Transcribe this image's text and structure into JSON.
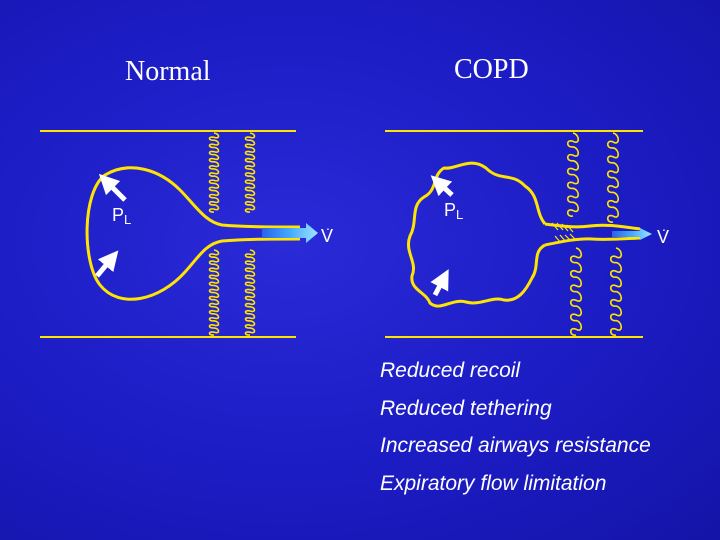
{
  "titles": {
    "normal": "Normal",
    "copd": "COPD"
  },
  "labels": {
    "pressure_symbol": "P",
    "pressure_subscript": "L",
    "flow_symbol": "V",
    "flow_dot": "."
  },
  "colors": {
    "background": "#1c1cc4",
    "outline": "#ffe400",
    "arrow": "#ffffff",
    "flow_arrow": "#66ccff"
  },
  "findings": [
    "Reduced recoil",
    "Reduced tethering",
    "Increased airways resistance",
    "Expiratory flow limitation"
  ]
}
